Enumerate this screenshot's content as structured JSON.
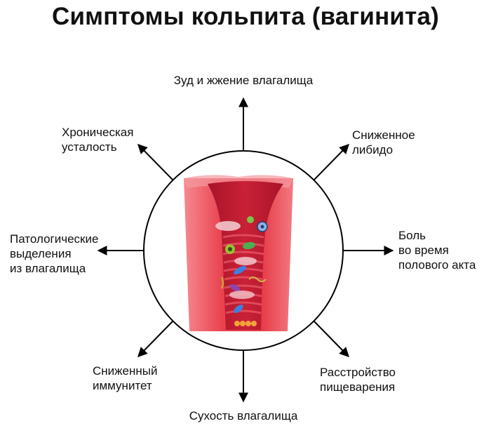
{
  "title": "Симптомы кольпита (вагинита)",
  "colors": {
    "arrow": "#000000",
    "tissue_light": "#f26b72",
    "tissue_mid": "#e63946",
    "tissue_dark": "#b5192a",
    "background": "#ffffff"
  },
  "symptoms": {
    "top": "Зуд и жжение влагалища",
    "top_right": "Сниженное\nлибидо",
    "right": "Боль\nво время\nполового акта",
    "bottom_right": "Расстройство\nпищеварения",
    "bottom": "Сухость влагалища",
    "bottom_left": "Сниженный\nиммунитет",
    "left": "Патологические\nвыделения\nиз влагалища",
    "top_left": "Хроническая\nусталость"
  }
}
